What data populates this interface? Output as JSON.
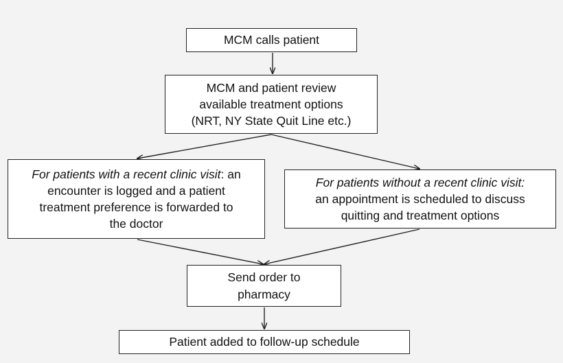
{
  "nodes": {
    "mcm_calls": {
      "label": "MCM calls patient"
    },
    "review": {
      "lines": [
        "MCM and patient review",
        "available treatment options",
        "(NRT, NY State Quit Line etc.)"
      ]
    },
    "recent_visit": {
      "italic_lead": "For patients with a recent clinic visit",
      "lead_rest": ": an",
      "lines": [
        "encounter is logged and a patient",
        "treatment preference is forwarded to",
        "the doctor"
      ]
    },
    "no_recent_visit": {
      "italic_lead": "For patients without a recent clinic visit:",
      "lines": [
        "an appointment is scheduled to discuss",
        "quitting and treatment options"
      ]
    },
    "send_order": {
      "lines": [
        "Send order to",
        "pharmacy"
      ]
    },
    "follow_up": {
      "label": "Patient added to follow-up schedule"
    }
  },
  "edges": [
    {
      "from": "MCM calls patient",
      "to": "MCM and patient review available treatment options"
    },
    {
      "from": "MCM and patient review available treatment options",
      "to": "For patients with a recent clinic visit"
    },
    {
      "from": "MCM and patient review available treatment options",
      "to": "For patients without a recent clinic visit"
    },
    {
      "from": "For patients with a recent clinic visit",
      "to": "Send order to pharmacy"
    },
    {
      "from": "For patients without a recent clinic visit",
      "to": "Send order to pharmacy"
    },
    {
      "from": "Send order to pharmacy",
      "to": "Patient added to follow-up schedule"
    }
  ],
  "colors": {
    "background": "#f3f3f3",
    "box_fill": "#ffffff",
    "stroke": "#222222",
    "text": "#111111"
  }
}
